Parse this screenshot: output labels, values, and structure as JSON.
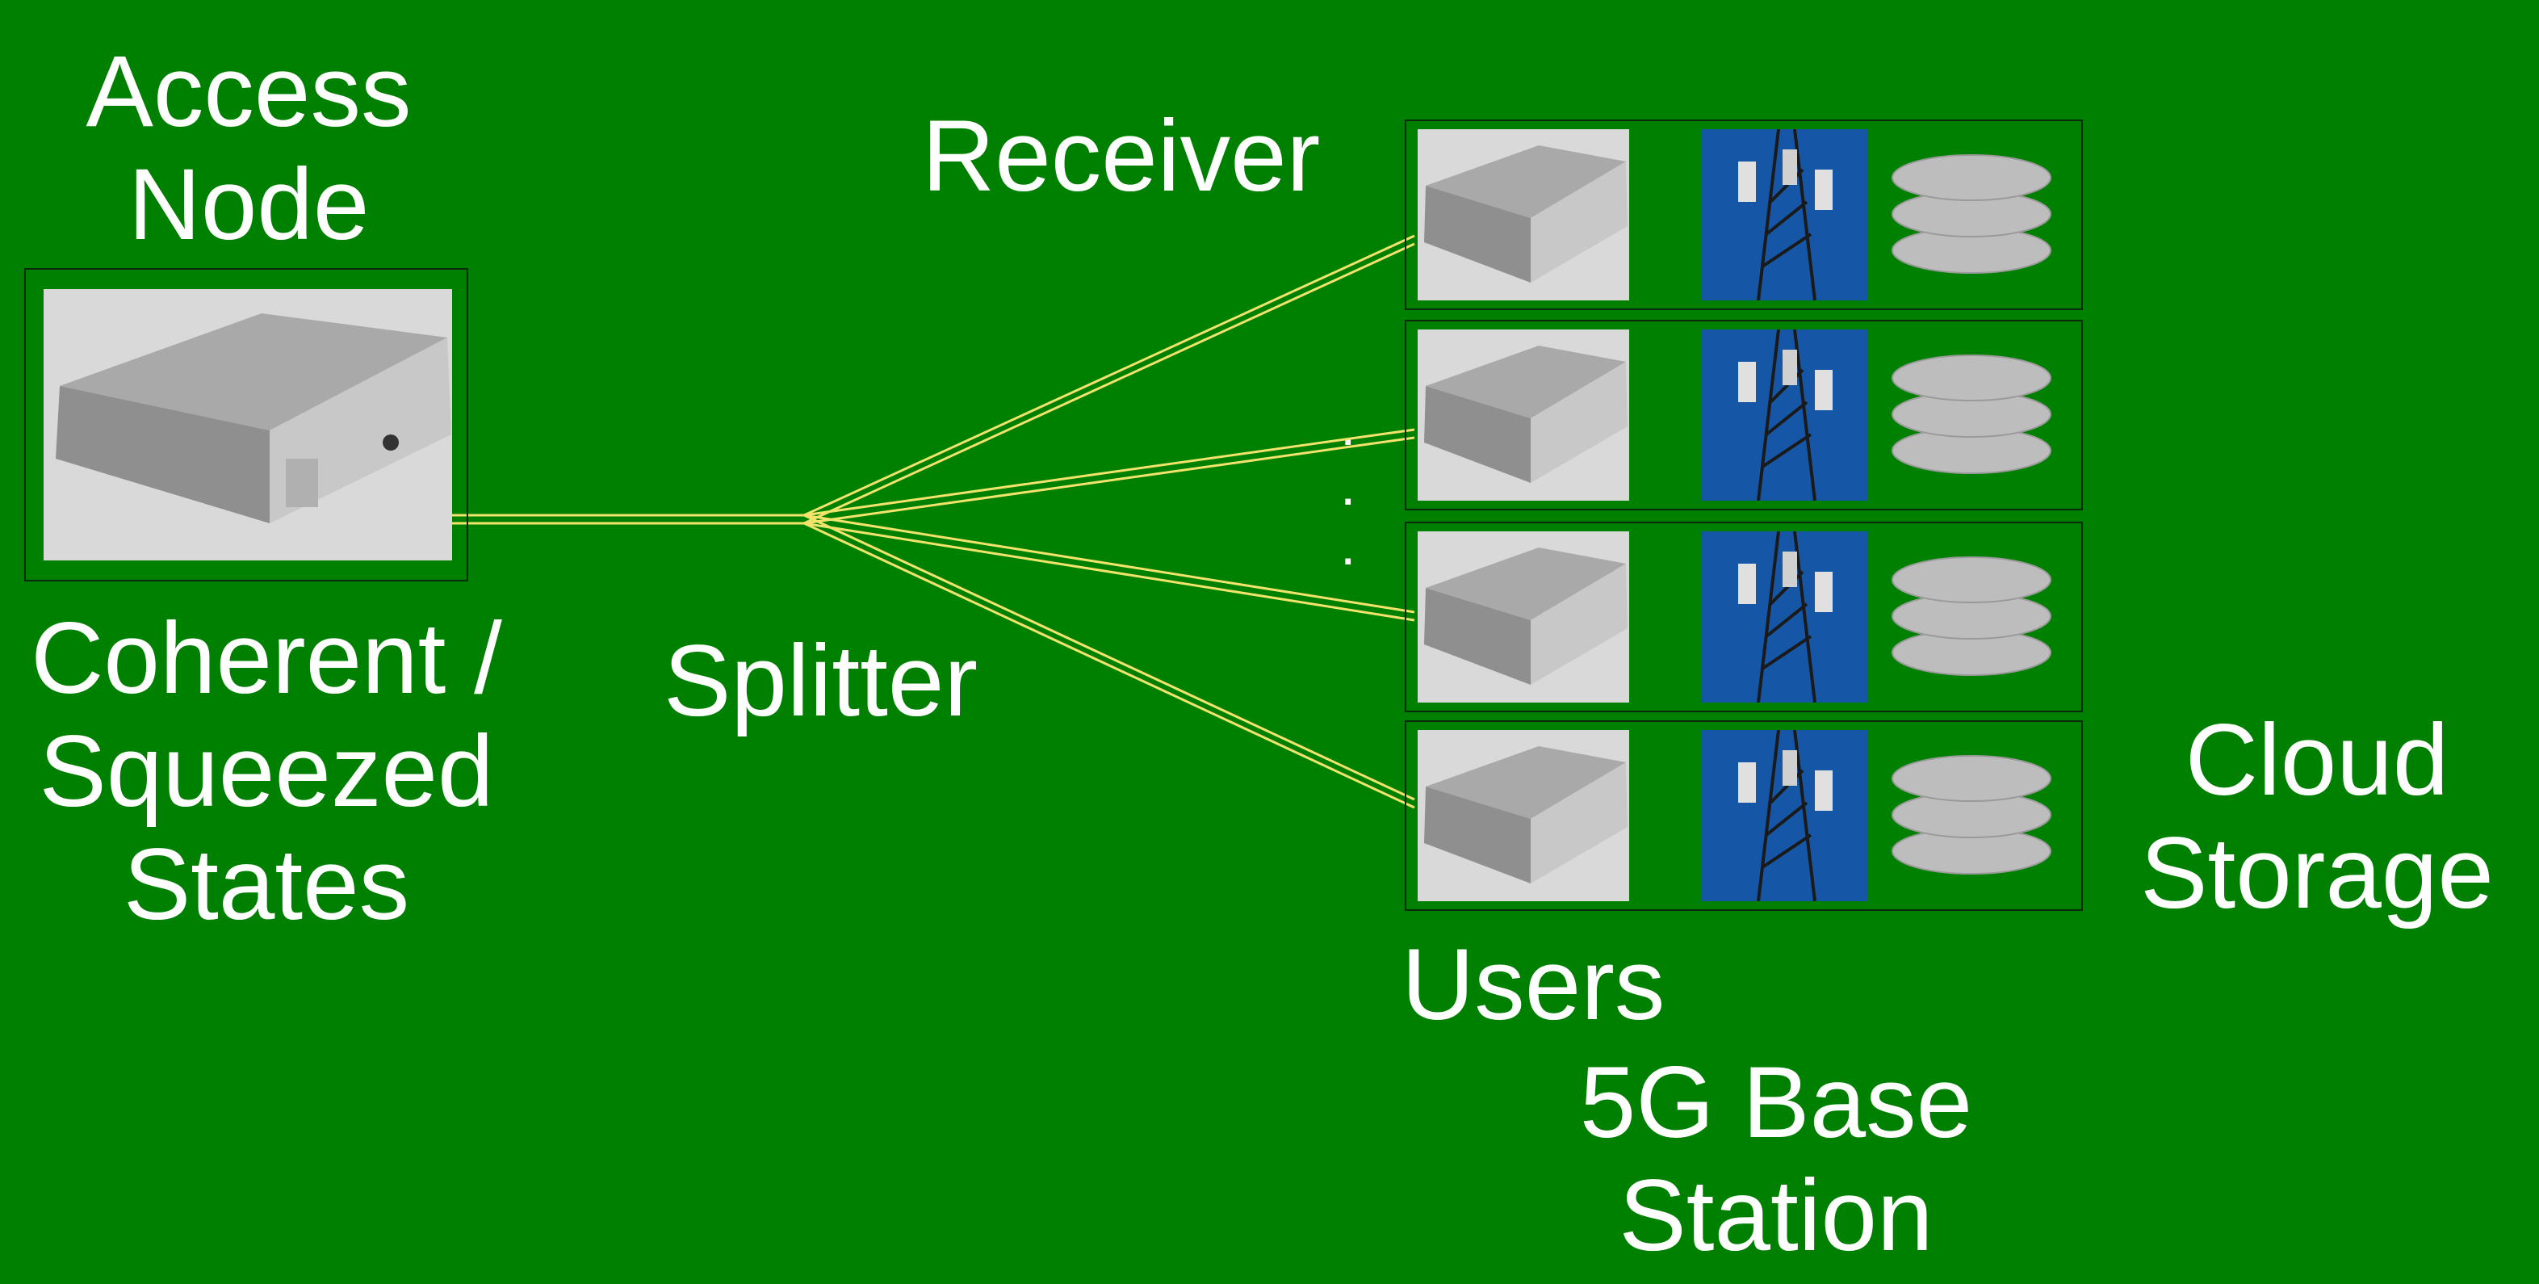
{
  "labels": {
    "access_node": [
      "Access",
      "Node"
    ],
    "states": [
      "Coherent /",
      "Squeezed",
      "States"
    ],
    "splitter": "Splitter",
    "receiver": "Receiver",
    "users": "Users",
    "base_station": [
      "5G Base",
      "Station"
    ],
    "cloud": [
      "Cloud",
      "Storage"
    ]
  },
  "dots": ".",
  "user_row_count": 4,
  "colors": {
    "background": "#008000",
    "text": "#ffffff",
    "fiber": "#f2e36b",
    "tower_sky": "#1656a6",
    "disk": "#bdbdbd",
    "device": "#9e9e9e"
  },
  "icons": {
    "device": "server-device-icon",
    "tower": "5g-tower-icon",
    "storage": "cloud-storage-icon"
  }
}
